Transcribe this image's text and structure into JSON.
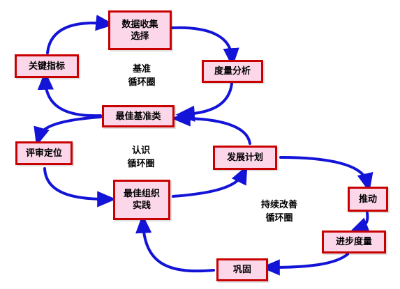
{
  "colors": {
    "box_fill": "#fcd7ea",
    "box_border": "#c80000",
    "arrow": "#1414d8"
  },
  "nodes": {
    "data_collection": {
      "line1": "数据收集",
      "line2": "选择"
    },
    "key_indicators": {
      "label": "关键指标"
    },
    "measurement_analysis": {
      "label": "度量分析"
    },
    "best_benchmark": {
      "label": "最佳基准类"
    },
    "evaluation": {
      "label": "评审定位"
    },
    "development_plan": {
      "label": "发展计划"
    },
    "best_practice": {
      "line1": "最佳组织",
      "line2": "实践"
    },
    "promote": {
      "label": "推动"
    },
    "progress_measure": {
      "label": "进步度量"
    },
    "consolidate": {
      "label": "巩固"
    }
  },
  "cycles": {
    "benchmark": {
      "line1": "基准",
      "line2": "循环圈"
    },
    "cognition": {
      "line1": "认识",
      "line2": "循环圈"
    },
    "improvement": {
      "line1": "持续改善",
      "line2": "循环圈"
    }
  }
}
